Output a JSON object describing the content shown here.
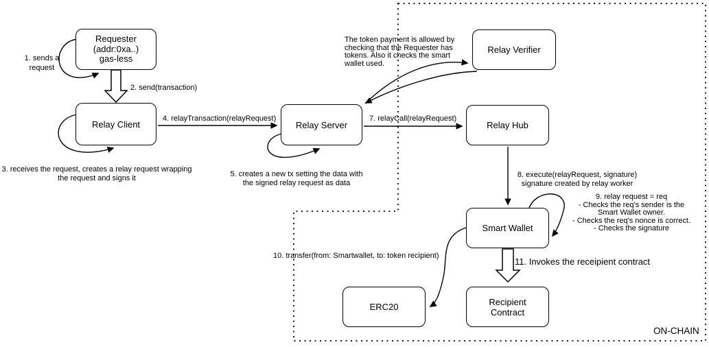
{
  "nodes": {
    "requester": "Requester\n(addr:0xa..)\ngas-less",
    "relay_client": "Relay Client",
    "relay_server": "Relay Server",
    "relay_verifier": "Relay Verifier",
    "relay_hub": "Relay Hub",
    "smart_wallet": "Smart Wallet",
    "erc20": "ERC20",
    "recipient_contract": "Recipient\nContract"
  },
  "annotations": {
    "step1": "1. sends a\nrequest",
    "step2": "2. send(transaction)",
    "step3": "3. receives the request, creates a relay request wrapping\nthe request and signs it",
    "step4": "4. relayTransaction(relayRequest)",
    "step5": "5. creates a new tx setting the data with\nthe signed relay request as data",
    "verifier_note": "The token payment is allowed by\nchecking that the Requester has\ntokens. Also it checks the smart\nwallet used.",
    "step7": "7. relayCall(relayRequest)",
    "step8": "8. execute(relayRequest, signature)\nsignature created by relay worker",
    "step9": "9. relay request = req\n- Checks the req's sender is the\nSmart Wallet owner.\n- Checks the req's nonce is correct.\n- Checks the signature",
    "step10": "10. transfer(from: Smartwallet, to: token recipient)",
    "step11": "11. Invokes the receipient contract",
    "onchain": "ON-CHAIN"
  },
  "edges": [
    {
      "from": "requester",
      "to": "requester",
      "type": "self-loop",
      "label_ref": "step1"
    },
    {
      "from": "requester",
      "to": "relay_client",
      "type": "block-arrow",
      "label_ref": "step2"
    },
    {
      "from": "relay_client",
      "to": "relay_client",
      "type": "self-loop",
      "label_ref": "step3"
    },
    {
      "from": "relay_client",
      "to": "relay_server",
      "type": "arrow",
      "label_ref": "step4"
    },
    {
      "from": "relay_server",
      "to": "relay_server",
      "type": "self-loop",
      "label_ref": "step5"
    },
    {
      "from": "relay_server",
      "to": "relay_verifier",
      "type": "curved-arrow",
      "label_ref": "verifier_note"
    },
    {
      "from": "relay_verifier",
      "to": "relay_server",
      "type": "curved-arrow",
      "label_ref": "verifier_note"
    },
    {
      "from": "relay_server",
      "to": "relay_hub",
      "type": "arrow",
      "label_ref": "step7"
    },
    {
      "from": "relay_hub",
      "to": "smart_wallet",
      "type": "arrow",
      "label_ref": "step8"
    },
    {
      "from": "smart_wallet",
      "to": "smart_wallet",
      "type": "self-loop",
      "label_ref": "step9"
    },
    {
      "from": "smart_wallet",
      "to": "erc20",
      "type": "curved-arrow",
      "label_ref": "step10"
    },
    {
      "from": "smart_wallet",
      "to": "recipient_contract",
      "type": "block-arrow",
      "label_ref": "step11"
    }
  ],
  "regions": {
    "onchain_boundary": "dotted rectilinear region enclosing Relay Verifier, Relay Hub, Smart Wallet, ERC20 and Recipient Contract"
  },
  "colors": {
    "stroke": "#000000",
    "background": "#ffffff",
    "boundary_dots": "#1a1a1a"
  }
}
